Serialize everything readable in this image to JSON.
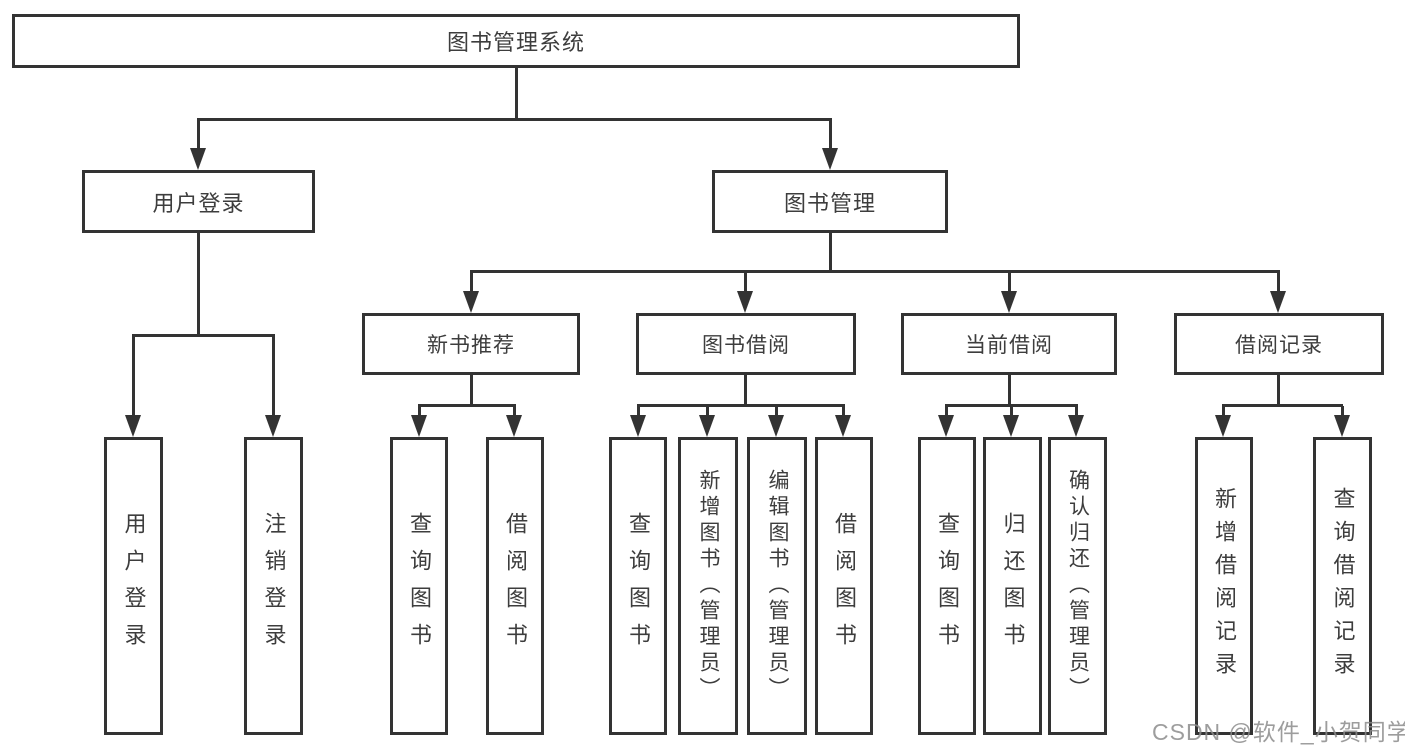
{
  "tree": {
    "root": {
      "label": "图书管理系统"
    },
    "branches": [
      {
        "label": "用户登录",
        "leaves": [
          {
            "label": "用户登录"
          },
          {
            "label": "注销登录"
          }
        ]
      },
      {
        "label": "图书管理",
        "groups": [
          {
            "label": "新书推荐",
            "leaves": [
              {
                "label": "查询图书"
              },
              {
                "label": "借阅图书"
              }
            ]
          },
          {
            "label": "图书借阅",
            "leaves": [
              {
                "label": "查询图书"
              },
              {
                "label": "新增图书（管理员）"
              },
              {
                "label": "编辑图书（管理员）"
              },
              {
                "label": "借阅图书"
              }
            ]
          },
          {
            "label": "当前借阅",
            "leaves": [
              {
                "label": "查询图书"
              },
              {
                "label": "归还图书"
              },
              {
                "label": "确认归还（管理员）"
              }
            ]
          },
          {
            "label": "借阅记录",
            "leaves": [
              {
                "label": "新增借阅记录"
              },
              {
                "label": "查询借阅记录"
              }
            ]
          }
        ]
      }
    ]
  },
  "watermark": {
    "text": "CSDN @软件_小贺同学"
  },
  "colors": {
    "line": "#333333",
    "text": "#3d3d3d",
    "watermark": "#8c8c8c",
    "background": "#ffffff"
  }
}
